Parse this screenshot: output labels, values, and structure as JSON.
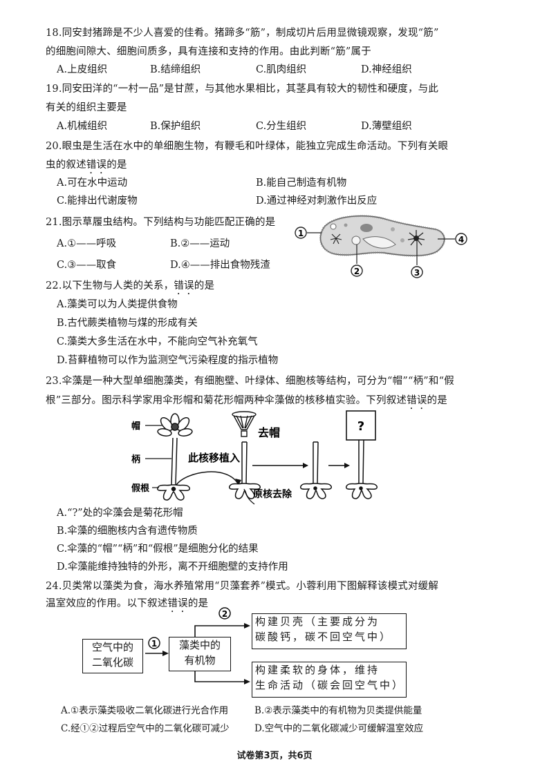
{
  "questions": [
    {
      "number": "18",
      "stem_lines": [
        "18.同安封猪蹄是不少人喜爱的佳肴。猪蹄多“筋”，制成切片后用显微镜观察，发现“筋”",
        "的细胞间隙大、细胞间质多，具有连接和支持的作用。由此判断“筋”属于"
      ],
      "options": [
        "A.上皮组织",
        "B.结缔组织",
        "C.肌肉组织",
        "D.神经组织"
      ]
    },
    {
      "number": "19",
      "stem_lines": [
        "19.同安田洋的“一村一品”是甘蔗，与其他水果相比，其茎具有较大的韧性和硬度，与此",
        "有关的组织主要是"
      ],
      "options": [
        "A.机械组织",
        "B.保护组织",
        "C.分生组织",
        "D.薄壁组织"
      ]
    },
    {
      "number": "20",
      "stem_lines": [
        "20.眼虫是生活在水中的单细胞生物，有鞭毛和叶绿体，能独立完成生命活动。下列有关眼",
        "虫的叙述",
        "错误",
        "的是"
      ],
      "options": [
        "A.可在水中运动",
        "B.能自己制造有机物",
        "C.能排出代谢废物",
        "D.通过神经对刺激作出反应"
      ]
    },
    {
      "number": "21",
      "stem_lines": [
        "21.图示草履虫结构。下列结构与功能匹配正确的是"
      ],
      "options": [
        "A.①——呼吸",
        "B.②——运动",
        "C.③——取食",
        "D.④——排出食物残渣"
      ],
      "figure_labels": [
        "①",
        "②",
        "③",
        "④"
      ]
    },
    {
      "number": "22",
      "stem_lines": [
        "22.以下生物与人类的关系，",
        "错误",
        "的是"
      ],
      "options": [
        "A.藻类可以为人类提供食物",
        "B.古代蕨类植物与煤的形成有关",
        "C.藻类大多生活在水中，不能向空气补充氧气",
        "D.苔藓植物可以作为监测空气污染程度的指示植物"
      ]
    },
    {
      "number": "23",
      "stem_lines": [
        "23.伞藻是一种大型单细胞藻类，有细胞壁、叶绿体、细胞核等结构，可分为“帽”“柄”和“假",
        "根”三部分。图示科学家用伞形帽和菊花形帽两种伞藻做的核移植实验。下列叙述",
        "错误",
        "的是"
      ],
      "figure_labels": {
        "cap": "帽",
        "stalk": "柄",
        "rhizoid": "假根",
        "transplant": "此核移植入",
        "remove_cap": "去帽",
        "remove_nucleus": "原核去除",
        "unknown": "?"
      },
      "options": [
        "A.“?”处的伞藻会是菊花形帽",
        "B.伞藻的细胞核内含有遗传物质",
        "C.伞藻的“帽”“柄”和“假根”是细胞分化的结果",
        "D.伞藻能维持独特的外形，离不开细胞壁的支持作用"
      ]
    },
    {
      "number": "24",
      "stem_lines": [
        "24.贝类常以藻类为食，海水养殖常用“贝藻套养”模式。小蓉利用下图解释该模式对缓解",
        "温室效应的作用。以下叙述",
        "错误",
        "的是"
      ],
      "figure_labels": {
        "box1": [
          "空气中的",
          "二氧化碳"
        ],
        "box2": [
          "藻类中的",
          "有机物"
        ],
        "box3": [
          "构建贝壳（主要成分为",
          "碳酸钙，碳不回空气中）"
        ],
        "box4": [
          "构建柔软的身体，维持",
          "生命活动（碳会回空气中）"
        ],
        "arrow1": "①",
        "arrow2": "②"
      },
      "options": [
        "A.①表示藻类吸收二氧化碳进行光合作用",
        "B.②表示藻类中的有机物为贝类提供能量",
        "C.经①②过程后空气中的二氧化碳可减少",
        "D.空气中的二氧化碳减少可缓解温室效应"
      ]
    }
  ],
  "footer": "试卷第3页，共6页"
}
